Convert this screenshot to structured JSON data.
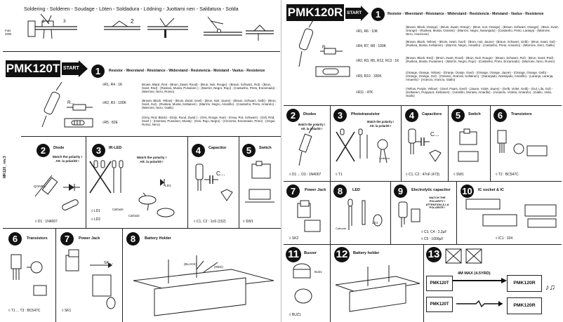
{
  "soldering": {
    "title": "Soldering - Solderen - Soudage - Löten - Soldadura - Lödning - Juottami nen - Saldatura - Solda",
    "steps": [
      "1",
      "3",
      "2"
    ],
    "iron": "max\n40W"
  },
  "pmk120t": {
    "brand": "PMK120T",
    "start": "START",
    "step1": {
      "num": "1",
      "heading": "Resistor - Weerstand - Résistance - Widerstand - Resistencia - Motstand - Vastus - Resistenze",
      "rows": [
        {
          "refs": "R1, R4 : 1K",
          "desc": "Brown, Black, Red - (Bruin, Zwart, Rood) - (Brun, Noir, Rouge) - (Braun, Schwarz, Rot) - (Brun, Svart, Röd) - (Ruskea, Musta, Punainen ) - (Marrón, Negro, Rojo) - (Castanho, Preto, Encarnado) - (Marrone, Nero, Rosso)"
        },
        {
          "refs": "R2, R3 : 100K",
          "desc": "(Brown, Black, Yellow) - (Bruin, Zwart, Geel) - (Brun, Noir, Jaune) - (Braun, Schwarz, Gelb) - (Brun, Svart, Gul) - (Ruskea, Musta, Keltainen) - (Marrón, Negro, Amarillo) - (Castanho, Preto, Amarelo) - (Marrone, Nero, Giallo)"
        },
        {
          "refs": "R5 : 82E",
          "desc": "(Grey, Red, Black) - (Grijs, Rood, Zwart ) - (Gris, Rouge, Noir) - (Grau, Rot, Schwarz) - (Grå, Röd, Svart ) - (Harmaa, Punainen, Musta) - (Gris, Rojo, Negro) - (Cinzento, Encarnado, Preto) - (Grigio, Rosso, Nero)"
        }
      ],
      "resistor_label": "R..."
    },
    "version": "MK120_ rev.3",
    "sections": [
      {
        "num": "2",
        "title": "Diode",
        "watch": "Watch the polarity !\nAtt. la polarité !",
        "part": "Q/1N00..",
        "ref": "D1 : 1N4007"
      },
      {
        "num": "3",
        "title": "IR-LED",
        "watch": "Watch the polarity !\nAtt. la polarité !",
        "labels": [
          "Cathode",
          "Cathode",
          "LD1"
        ],
        "refs": [
          "LD1",
          "LD2"
        ]
      },
      {
        "num": "4",
        "title": "Capacitor",
        "ref": "C1, C2 : 1nS  (152)",
        "sym": "C..."
      },
      {
        "num": "5",
        "title": "Switch",
        "ref": "SW1"
      },
      {
        "num": "6",
        "title": "Transistors",
        "ref": "T1 ... T3 : BC547C"
      },
      {
        "num": "7",
        "title": "Power Jack",
        "ref": "SK1"
      },
      {
        "num": "8",
        "title": "Battery Holder",
        "labels": [
          "(BLACK)",
          "(RED)"
        ]
      }
    ],
    "polarity_label": "SK ..."
  },
  "pmk120r": {
    "brand": "PMK120R",
    "start": "START",
    "step1": {
      "num": "1",
      "heading": "Resistor - Weerstand - Résistance - Widerstand - Resistencia - Motstand - Vastus - Resistenze",
      "rows": [
        {
          "refs": "R1, R6 : 10K",
          "desc": "(Brown, Black, Orange) - (Bruin, Zwart, Oranje) - (Brun, noir, Orange) - (Braun, Schwarz, Orange) - (Brun, Svart, Orange) - (Ruskea, Musta, Oranssi) - (Marrón, Negro, Naranjado) - (Castanho, Preto, Laranja) - (Marrone, Nero, Arancione)"
        },
        {
          "refs": "R4, R7, R8 : 100K",
          "desc": "(Brown, Black, Yellow) - (Bruin, zwart, Geel) - (Brun, noir, Jaune) - (Braun, Schwarz, Gelb) - (Brun, Svart, Gul) - (Ruskea, Musta, Keltainen) - (Marrón, Negro, Amarillo) - (Castanho, Preto, Amarelo) - (Marrone, Nero, Giallo)"
        },
        {
          "refs": "R2, R3, R5, R12, R13 : 1K",
          "desc": "(Brown, Black, Red) - (Bruin, zwart, Rood) - (Brun, Noir, Rouge) - (Braun, Schwarz, Rot) - (Brun, Svart, Röd) - (Ruskea, Musta, Punainen) - (Marrón, Negro, Rojo) - (Castanho, Preto, Encarnado) - (Marrone, Nero, Rosso)"
        },
        {
          "refs": "R9, R10 : 330K",
          "desc": "(Orange, Orange, Yellow) - (Oranje, Oranje, Geel) - (Orange, Orange, Jaune) - (Orange, Orange, Gelb) - (Orange, Orange, Gul) - (Oranssi, Oranssi, Keltainen) - (Naranjado, Naranjado, Amarillo) - (Laranja, Laranja, Amarelo) - (Arancio, Arancio, Giallo)"
        },
        {
          "refs": "R11 : 47K",
          "desc": "(Yellow, Purple, Yellow) - (Geel, Paars, Geel) - (Jaune, Violet, Jaune) - (Gelb, Violet, Gelb) - (Gul, Lila, Gul) - (Keltainen, Purppura, Keltainen) - (Amarillo, Morado, Amarillo) - (Amarelo, Violeta, Amarelo) - (Giallo, Viola, Giallo)"
        }
      ],
      "resistor_label": "R..."
    },
    "sections": [
      {
        "num": "2",
        "title": "Diodes",
        "watch": "Watch the polarity !\nAtt. la polarité !",
        "ref": "D1 ... D3 : 1N4007"
      },
      {
        "num": "3",
        "title": "Phototransistor",
        "watch": "Watch the polarity !\nAtt. la polarité !",
        "label": "Collector",
        "ref": "T1"
      },
      {
        "num": "4",
        "title": "Capacitors",
        "ref": "C1, C2 : 47nF  (473)",
        "sym": "C..."
      },
      {
        "num": "5",
        "title": "Switch",
        "ref": "SW1"
      },
      {
        "num": "6",
        "title": "Transistors",
        "ref": "T2 : BC547C"
      },
      {
        "num": "7",
        "title": "Power Jack",
        "ref": "SK2"
      },
      {
        "num": "8",
        "title": "LED",
        "label": "Cathode",
        "ref": "LD1"
      },
      {
        "num": "9",
        "title": "Electrolytic capacitor",
        "watch": "WATCH THE\nPOLARITY !\nATTENTION À LA\nPOLARITÉ !",
        "refs": [
          "C3, C4 : 2,2µF",
          "C5 : 1000µF"
        ]
      },
      {
        "num": "10",
        "title": "IC socket & IC",
        "ref": "IC1 : 324"
      },
      {
        "num": "11",
        "title": "Buzzer",
        "ref": "BUZ1",
        "label": "BUZ1"
      },
      {
        "num": "12",
        "title": "Battery holder"
      },
      {
        "num": "13",
        "range": "4M MAX (4.5YRD)",
        "boxes": [
          "PMK120T",
          "PMK120R",
          "PMK120T",
          "PMK120R"
        ]
      }
    ]
  }
}
